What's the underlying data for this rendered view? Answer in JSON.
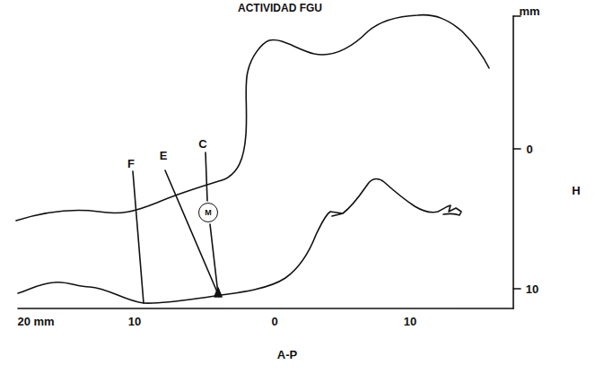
{
  "diagram": {
    "nodes": [
      {
        "text": [
          "M"
        ]
      }
    ],
    "labels": [
      "ACTIVIDAD FGU",
      "mm",
      "0",
      "10",
      "H",
      "20 mm",
      "10",
      "0",
      "10",
      "A-P",
      "F",
      "E",
      "C"
    ]
  }
}
